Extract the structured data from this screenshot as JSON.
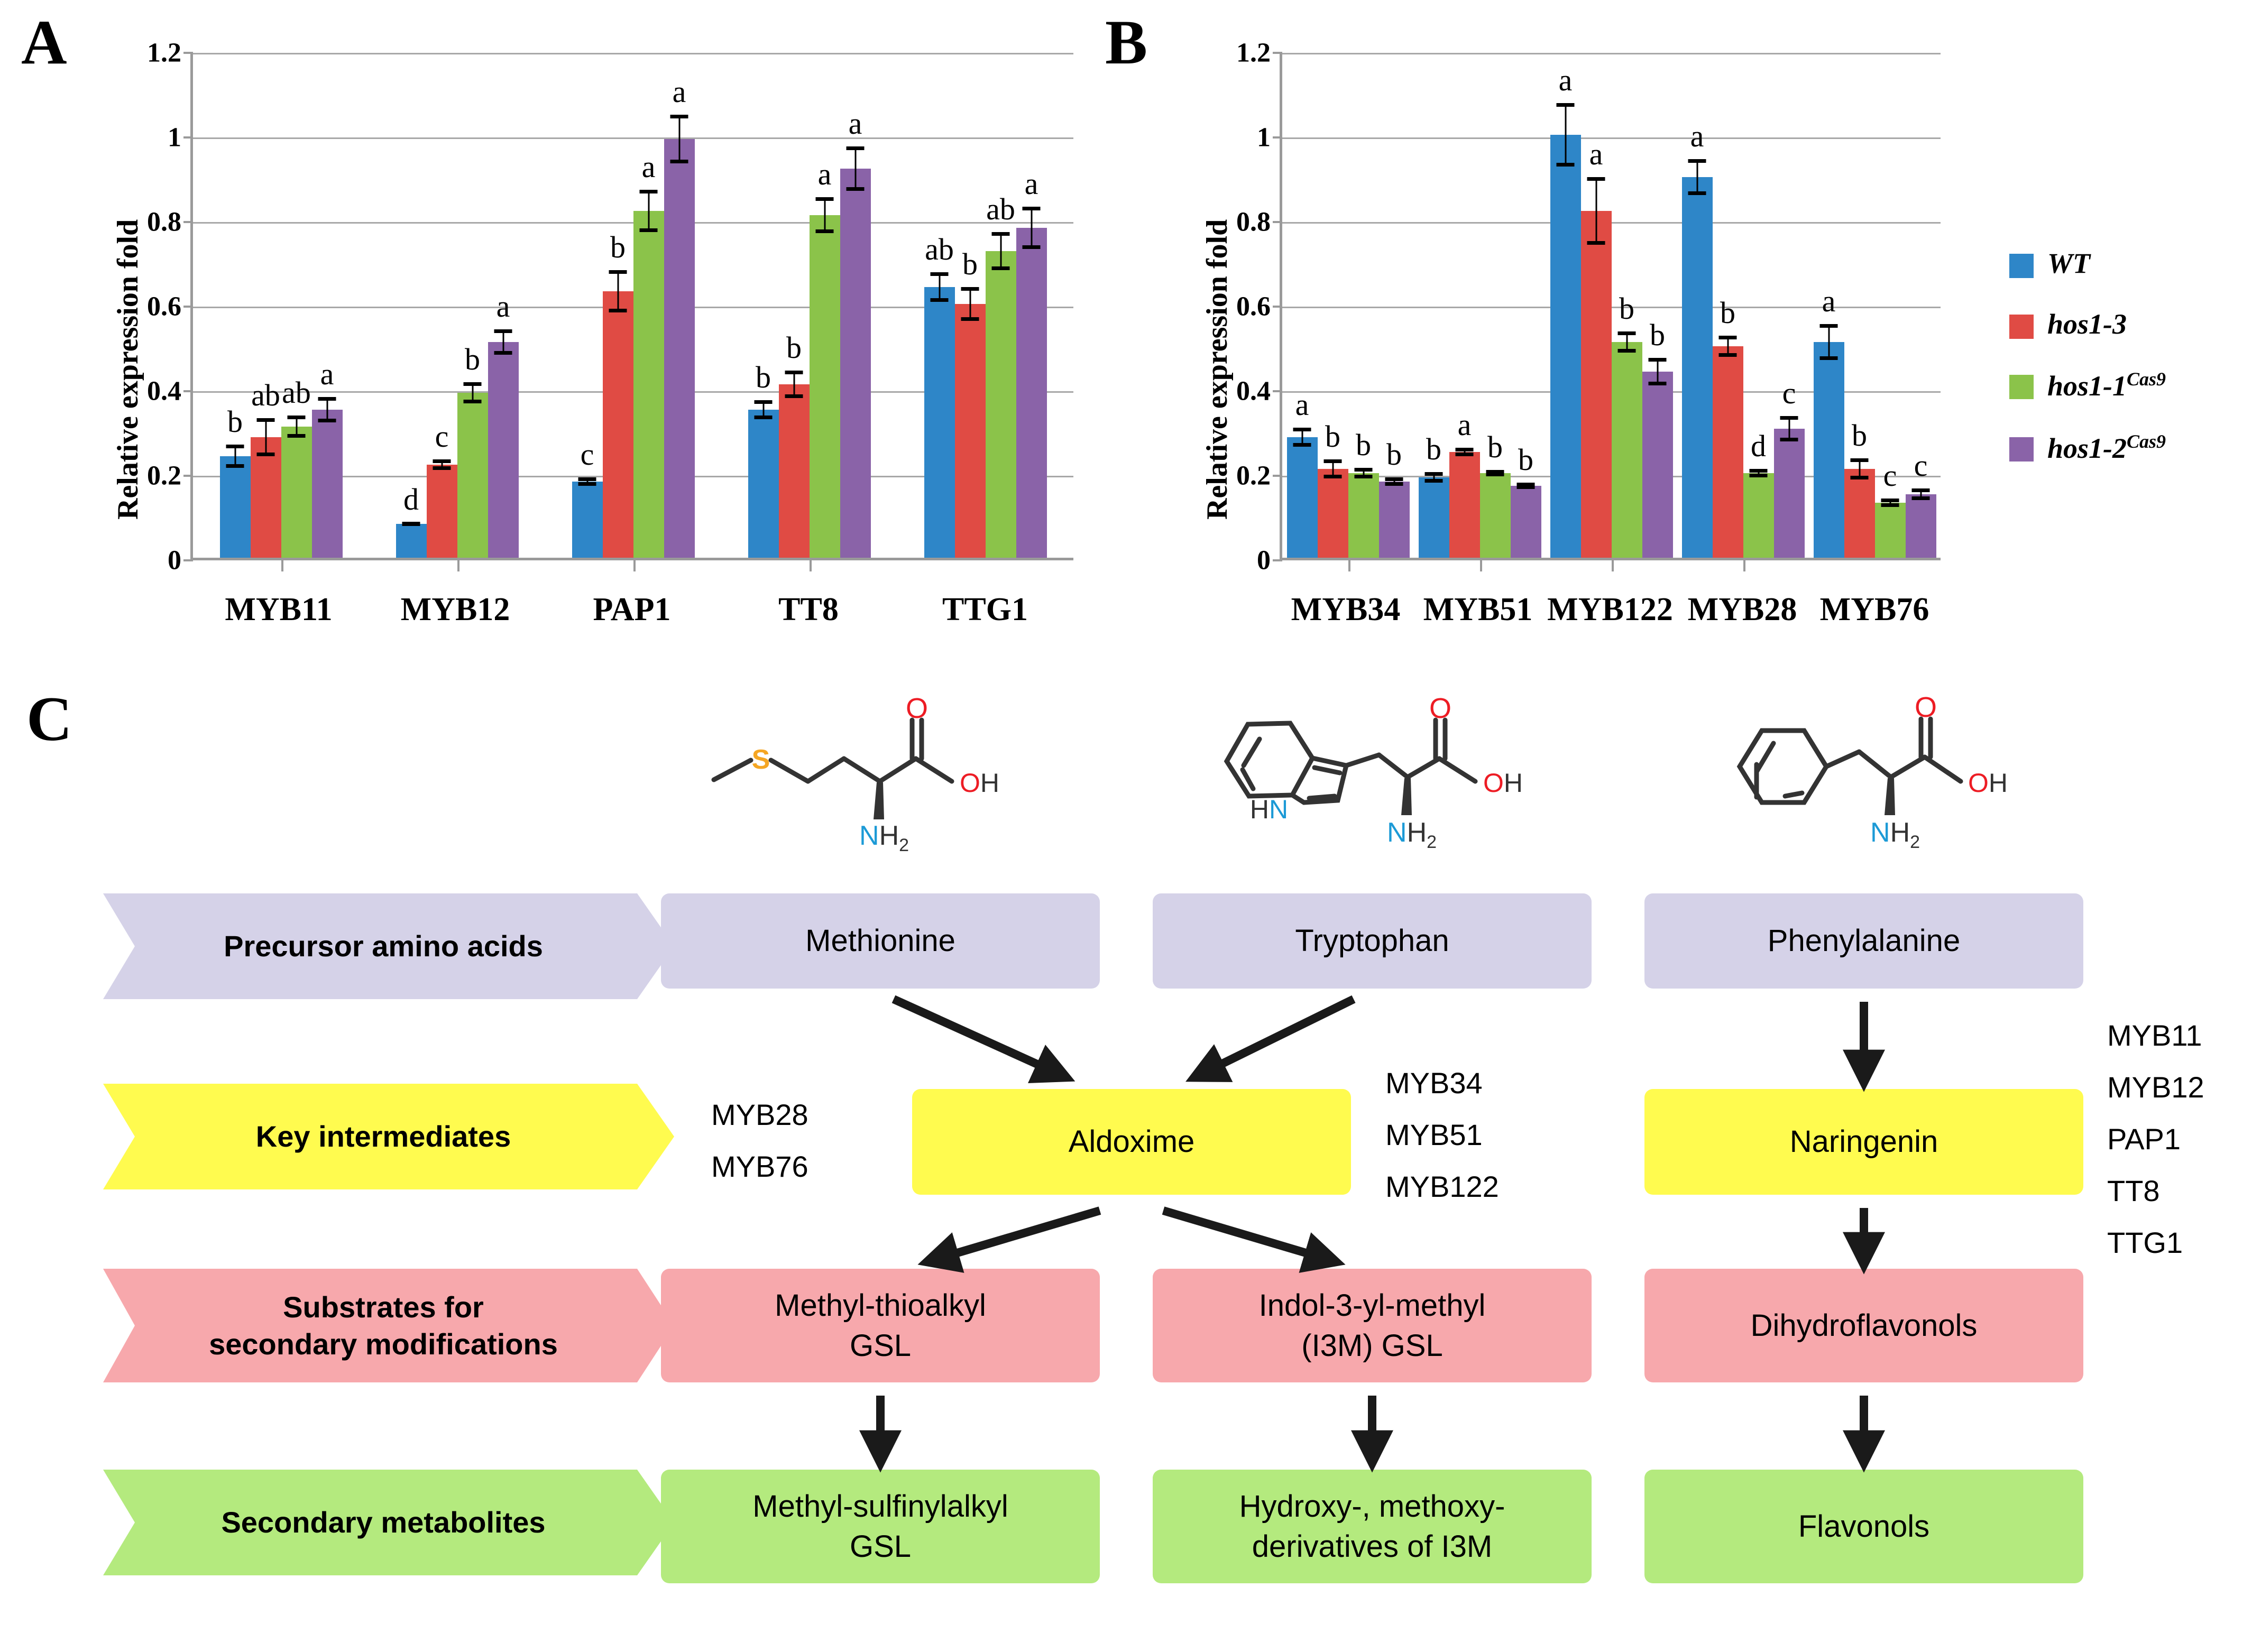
{
  "panels": {
    "a_letter": "A",
    "b_letter": "B",
    "c_letter": "C"
  },
  "legend": {
    "items": [
      {
        "label": "WT",
        "sup": "",
        "color": "#2E86C8"
      },
      {
        "label": "hos1-3",
        "sup": "",
        "color": "#E04B44"
      },
      {
        "label": "hos1-1",
        "sup": "Cas9",
        "color": "#8BC34A"
      },
      {
        "label": "hos1-2",
        "sup": "Cas9",
        "color": "#8A63A8"
      }
    ]
  },
  "chart_data": [
    {
      "type": "bar",
      "panel": "A",
      "title": "",
      "xlabel": "",
      "ylabel": "Relative expression fold",
      "ylim": [
        0,
        1.2
      ],
      "yticks": [
        0,
        0.2,
        0.4,
        0.6,
        0.8,
        1,
        1.2
      ],
      "ytick_labels": [
        "0",
        "0.2",
        "0.4",
        "0.6",
        "0.8",
        "1",
        "1.2"
      ],
      "grid": true,
      "legend_position": "right",
      "categories": [
        "MYB11",
        "MYB12",
        "PAP1",
        "TT8",
        "TTG1"
      ],
      "series": [
        {
          "name": "WT",
          "color": "#2E86C8",
          "values": [
            0.24,
            0.08,
            0.18,
            0.35,
            0.64
          ],
          "errors": [
            0.027,
            0.004,
            0.01,
            0.022,
            0.035
          ],
          "letters": [
            "b",
            "d",
            "c",
            "b",
            "ab"
          ]
        },
        {
          "name": "hos1-3",
          "color": "#E04B44",
          "values": [
            0.285,
            0.22,
            0.63,
            0.41,
            0.6
          ],
          "errors": [
            0.045,
            0.013,
            0.05,
            0.033,
            0.04
          ],
          "letters": [
            "ab",
            "c",
            "b",
            "b",
            "b"
          ]
        },
        {
          "name": "hos1-1 Cas9",
          "color": "#8BC34A",
          "values": [
            0.31,
            0.39,
            0.82,
            0.81,
            0.725
          ],
          "errors": [
            0.026,
            0.025,
            0.05,
            0.042,
            0.045
          ],
          "letters": [
            "ab",
            "b",
            "a",
            "a",
            "ab"
          ]
        },
        {
          "name": "hos1-2 Cas9",
          "color": "#8A63A8",
          "values": [
            0.35,
            0.51,
            0.99,
            0.92,
            0.78
          ],
          "errors": [
            0.03,
            0.03,
            0.058,
            0.052,
            0.05
          ],
          "letters": [
            "a",
            "a",
            "a",
            "a",
            "a"
          ]
        }
      ]
    },
    {
      "type": "bar",
      "panel": "B",
      "title": "",
      "xlabel": "",
      "ylabel": "Relative expression fold",
      "ylim": [
        0,
        1.2
      ],
      "yticks": [
        0,
        0.2,
        0.4,
        0.6,
        0.8,
        1,
        1.2
      ],
      "ytick_labels": [
        "0",
        "0.2",
        "0.4",
        "0.6",
        "0.8",
        "1",
        "1.2"
      ],
      "grid": true,
      "legend_position": "right",
      "categories": [
        "MYB34",
        "MYB51",
        "MYB122",
        "MYB28",
        "MYB76"
      ],
      "series": [
        {
          "name": "WT",
          "color": "#2E86C8",
          "values": [
            0.285,
            0.19,
            1.0,
            0.9,
            0.51
          ],
          "errors": [
            0.022,
            0.012,
            0.075,
            0.042,
            0.043
          ],
          "letters": [
            "a",
            "b",
            "a",
            "a",
            "a"
          ]
        },
        {
          "name": "hos1-3",
          "color": "#E04B44",
          "values": [
            0.21,
            0.25,
            0.82,
            0.5,
            0.21
          ],
          "errors": [
            0.023,
            0.01,
            0.08,
            0.025,
            0.025
          ],
          "letters": [
            "b",
            "a",
            "a",
            "b",
            "b"
          ]
        },
        {
          "name": "hos1-1 Cas9",
          "color": "#8BC34A",
          "values": [
            0.2,
            0.2,
            0.51,
            0.2,
            0.13
          ],
          "errors": [
            0.013,
            0.008,
            0.025,
            0.01,
            0.01
          ],
          "letters": [
            "b",
            "b",
            "b",
            "d",
            "c"
          ]
        },
        {
          "name": "hos1-2 Cas9",
          "color": "#8A63A8",
          "values": [
            0.18,
            0.17,
            0.44,
            0.305,
            0.15
          ],
          "errors": [
            0.01,
            0.007,
            0.032,
            0.03,
            0.014
          ],
          "letters": [
            "b",
            "b",
            "b",
            "c",
            "c"
          ]
        }
      ]
    }
  ],
  "pathway": {
    "row_labels": [
      {
        "text": "Precursor amino acids",
        "color": "#D5D2E8"
      },
      {
        "text": "Key intermediates",
        "color": "#FFFB4F"
      },
      {
        "text": "Substrates for\nsecondary modifications",
        "color": "#F7A8AC"
      },
      {
        "text": "Secondary metabolites",
        "color": "#B4EA7E"
      }
    ],
    "columns": [
      {
        "precursor": "Methionine",
        "intermediate": "Aldoxime",
        "substrate": "Methyl-thioalkyl\nGSL",
        "metabolite": "Methyl-sulfinylalkyl\nGSL",
        "molecule": "methionine"
      },
      {
        "precursor": "Tryptophan",
        "intermediate": "Aldoxime",
        "substrate": "Indol-3-yl-methyl\n(I3M) GSL",
        "metabolite": "Hydroxy-, methoxy-\nderivatives of I3M",
        "molecule": "tryptophan"
      },
      {
        "precursor": "Phenylalanine",
        "intermediate": "Naringenin",
        "substrate": "Dihydroflavonols",
        "metabolite": "Flavonols",
        "molecule": "phenylalanine"
      }
    ],
    "gene_annotations": {
      "left_of_aldoxime": [
        "MYB28",
        "MYB76"
      ],
      "right_of_aldoxime": [
        "MYB34",
        "MYB51",
        "MYB122"
      ],
      "right_of_naringenin": [
        "MYB11",
        "MYB12",
        "PAP1",
        "TT8",
        "TTG1"
      ]
    },
    "atom_labels": {
      "o": "O",
      "oh": "OH",
      "nh2": "NH",
      "nh2_sub": "2",
      "s": "S",
      "hn": "HN"
    },
    "colors": {
      "oxygen": "#ED1C24",
      "nitrogen": "#1C9AD6",
      "sulfur": "#F5A623",
      "bond": "#333333"
    }
  }
}
